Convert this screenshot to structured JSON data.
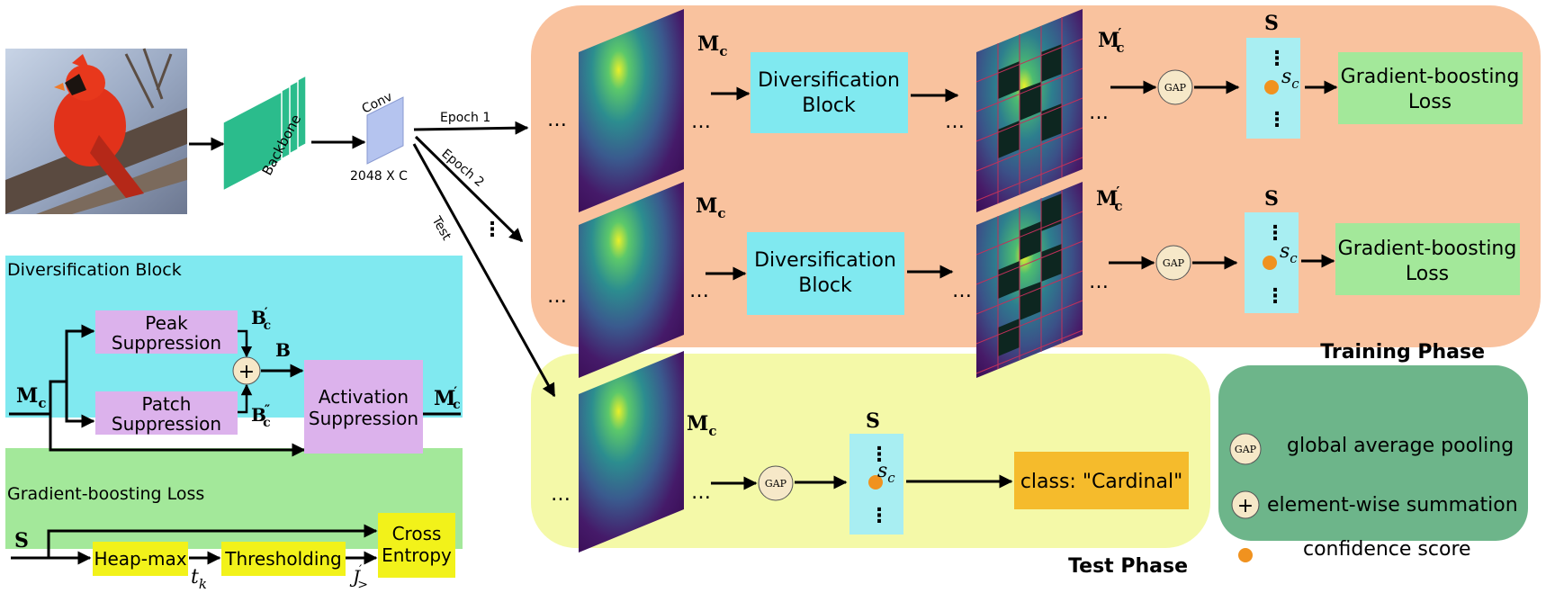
{
  "diagram": {
    "input_backbone_label": "Backbone",
    "conv_label": "Conv",
    "conv_dims": "2048 X C",
    "epoch1_label": "Epoch 1",
    "epoch2_label": "Epoch 2",
    "test_label": "Test",
    "ellipsis": "…",
    "vdots": "⋮",
    "symbols": {
      "mc": "M",
      "mc_sub": "c",
      "mcp": "M",
      "mcp_sub": "c",
      "mcp_sup": "′",
      "s": "S",
      "sc": "s",
      "sc_sub": "c",
      "b": "B",
      "bp": "B",
      "bp_sup": "′",
      "bpp": "B",
      "bpp_sup": "″",
      "tk": "t",
      "tk_sub": "k",
      "j": "J",
      "j_sup": "′",
      "j_sub": ">"
    },
    "training": {
      "phase_label": "Training Phase",
      "div_block_line1": "Diversification",
      "div_block_line2": "Block",
      "gap_label": "GAP",
      "loss_line1": "Gradient-boosting",
      "loss_line2": "Loss"
    },
    "test": {
      "phase_label": "Test Phase",
      "gap_label": "GAP",
      "class_output": "class: \"Cardinal\""
    },
    "div_detail": {
      "title": "Diversification Block",
      "peak_line1": "Peak",
      "peak_line2": "Suppression",
      "patch_line1": "Patch",
      "patch_line2": "Suppression",
      "activation_line1": "Activation",
      "activation_line2": "Suppression",
      "plus": "+"
    },
    "loss_detail": {
      "title": "Gradient-boosting Loss",
      "heapmax": "Heap-max",
      "thresholding": "Thresholding",
      "cross_line1": "Cross",
      "cross_line2": "Entropy"
    },
    "legend": {
      "gap_icon": "GAP",
      "gap_text": "global average pooling",
      "plus_icon": "+",
      "plus_text": "element-wise summation",
      "dot_text": "confidence score"
    },
    "colors": {
      "training_bg": "#f9c29e",
      "test_bg": "#f4f9a8",
      "cyan": "#80e9f0",
      "light_cyan": "#a8eef2",
      "green_box": "#a3e89a",
      "violet": "#dcb2ec",
      "yellow": "#f2f21a",
      "orange_box": "#f5bb2c",
      "legend_bg": "#6db58a",
      "gap_circle": "#f6e8c8",
      "dot": "#f0921f",
      "heatmap_dark": "#3e1a5e",
      "heatmap_hot": "#e4ef2a"
    }
  }
}
